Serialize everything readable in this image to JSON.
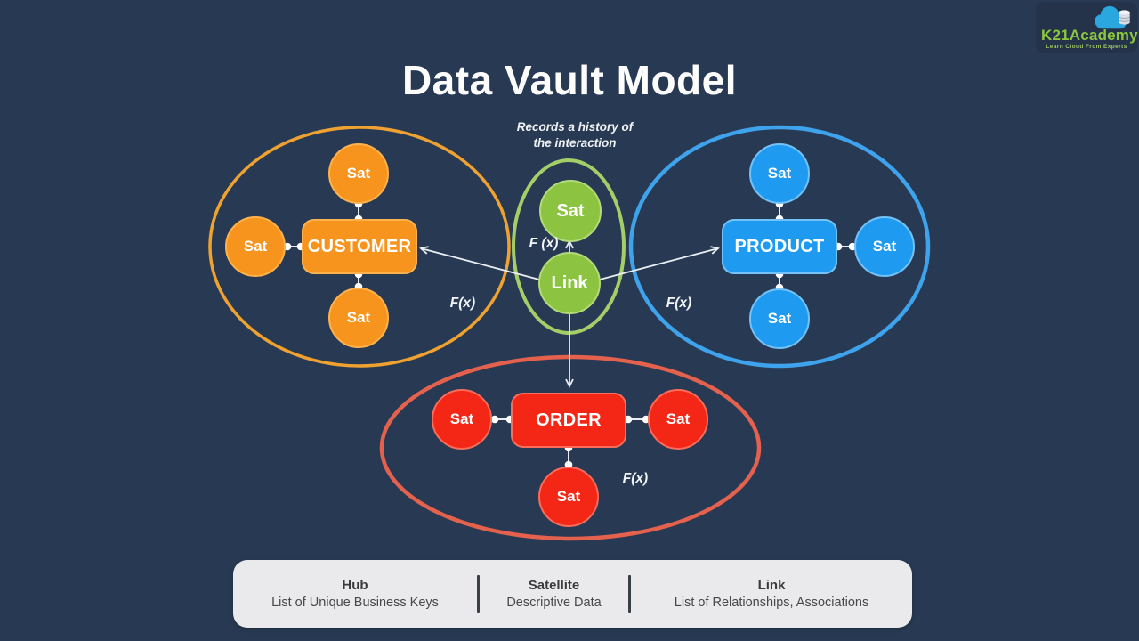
{
  "title": "Data Vault Model",
  "logo": {
    "brand": "K21Academy",
    "tagline": "Learn Cloud From Experts",
    "brand_color": "#8DC63F",
    "cloud_color": "#2BA7E0"
  },
  "annotation": {
    "line1": "Records a history of",
    "line2": "the interaction"
  },
  "clusters": {
    "customer": {
      "hub_label": "CUSTOMER",
      "sat_labels": [
        "Sat",
        "Sat",
        "Sat"
      ],
      "fx_label": "F(x)",
      "fill_color": "#F7941D",
      "outline_color": "#F0A230"
    },
    "product": {
      "hub_label": "PRODUCT",
      "sat_labels": [
        "Sat",
        "Sat",
        "Sat"
      ],
      "fx_label": "F(x)",
      "fill_color": "#1E9BF0",
      "outline_color": "#3EA3EC"
    },
    "order": {
      "hub_label": "ORDER",
      "sat_labels": [
        "Sat",
        "Sat",
        "Sat"
      ],
      "fx_label": "F(x)",
      "fill_color": "#F42616",
      "outline_color": "#E4614D"
    },
    "interaction": {
      "sat_label": "Sat",
      "link_label": "Link",
      "fx_label": "F (x)",
      "fill_color": "#8CC442",
      "outline_color": "#A4CF68"
    }
  },
  "legend": {
    "items": [
      {
        "title": "Hub",
        "desc": "List of Unique Business Keys"
      },
      {
        "title": "Satellite",
        "desc": "Descriptive Data"
      },
      {
        "title": "Link",
        "desc": "List of Relationships, Associations"
      }
    ]
  },
  "colors": {
    "background": "#283A53",
    "connector": "#E9EDF3",
    "legend_bg": "#EAEAEC",
    "legend_text": "#3A3A3C",
    "title_text": "#FDFDFD"
  }
}
